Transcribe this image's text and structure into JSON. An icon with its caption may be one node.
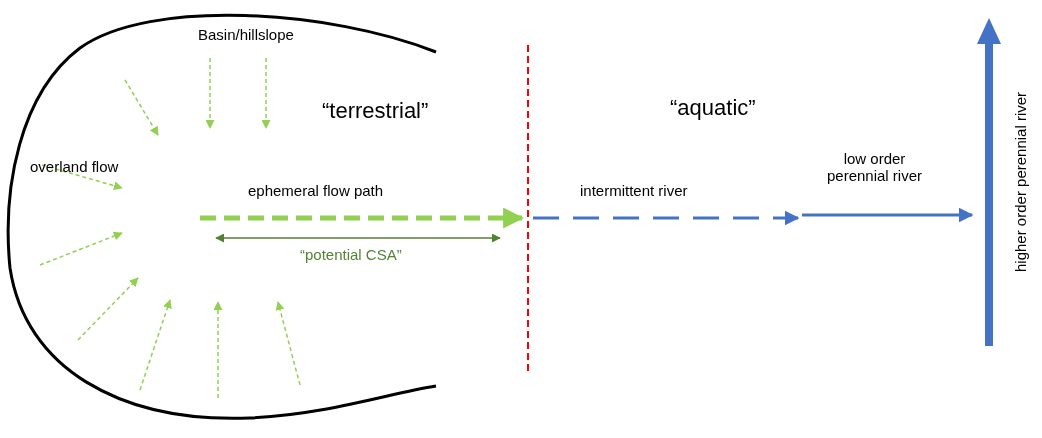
{
  "diagram": {
    "nodes": [
      {
        "text": [
          "Basin/hillslope",
          "overland flow"
        ]
      },
      {
        "text": [],
        "shape": "bar"
      },
      {
        "text": [],
        "shape": "bar",
        "beside": [
          "higher order perennial river"
        ]
      }
    ],
    "edges": [
      {
        "from": 0,
        "to": 1,
        "arrow": "to",
        "label": "ephemeral flow path",
        "style": "dashed",
        "color": "#92d050"
      },
      {
        "from": 1,
        "to": null,
        "arrow": "to",
        "label": "intermittent river",
        "style": "dashed"
      },
      {
        "from": null,
        "to": 2,
        "arrow": "to",
        "label": "low order perennial river"
      }
    ],
    "labels": [
      "“terrestrial”",
      "“aquatic”",
      "“potential CSA”"
    ]
  }
}
